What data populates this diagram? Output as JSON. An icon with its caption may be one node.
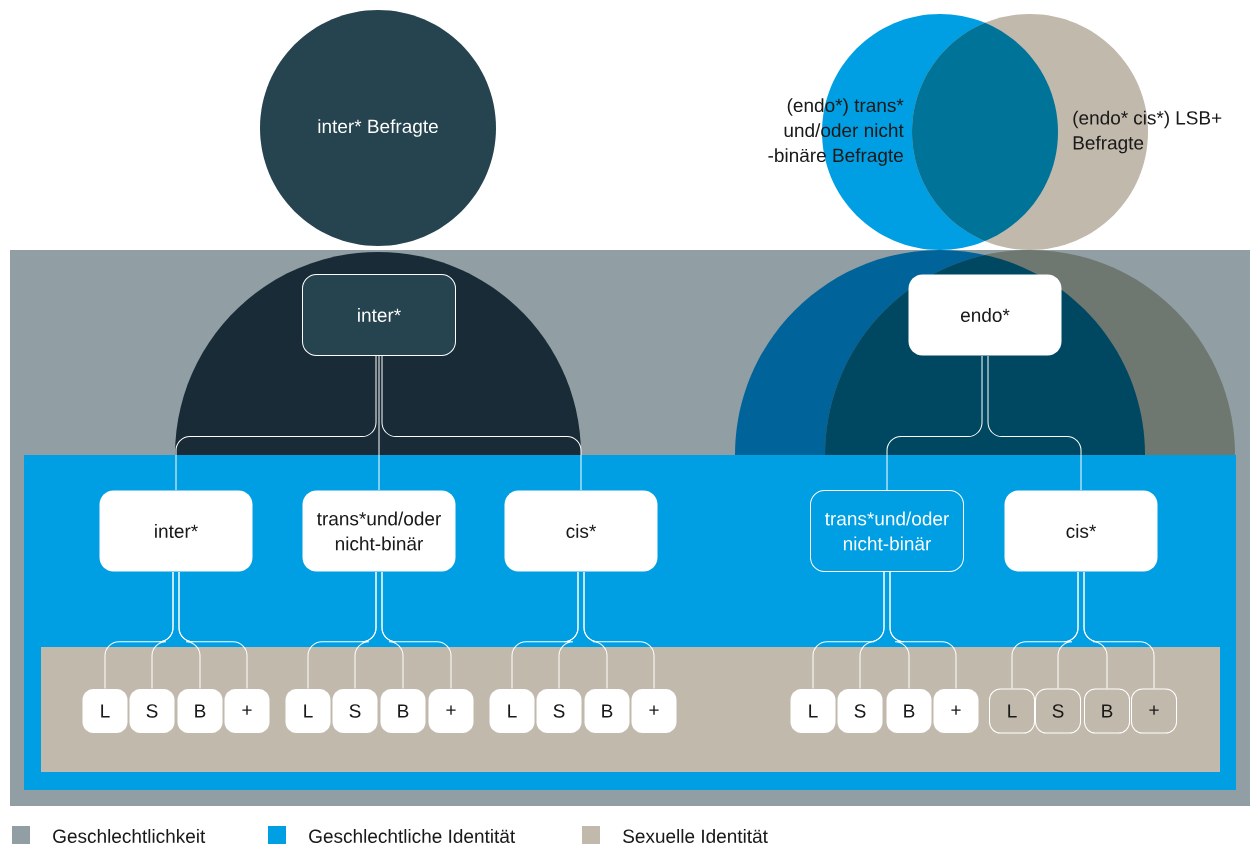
{
  "diagram": {
    "nodes": [
      {
        "text": [
          "inter* Befragte"
        ]
      },
      {
        "text": [
          "(endo*) trans* und/oder nicht -binäre Befragte"
        ]
      },
      {
        "text": [
          "(endo* cis*) LSB+ Befragte"
        ]
      },
      {
        "text": [
          "inter*"
        ]
      },
      {
        "text": [
          "endo*"
        ]
      },
      {
        "text": [
          "inter*"
        ]
      },
      {
        "text": [
          "trans*und/oder nicht-binär"
        ]
      },
      {
        "text": [
          "cis*"
        ]
      },
      {
        "text": [
          "trans*und/oder nicht-binär"
        ]
      },
      {
        "text": [
          "cis*"
        ]
      },
      {
        "text": [
          "L"
        ]
      },
      {
        "text": [
          "S"
        ]
      },
      {
        "text": [
          "B"
        ]
      },
      {
        "text": [
          "+"
        ]
      },
      {
        "text": [
          "L"
        ]
      },
      {
        "text": [
          "S"
        ]
      },
      {
        "text": [
          "B"
        ]
      },
      {
        "text": [
          "+"
        ]
      },
      {
        "text": [
          "L"
        ]
      },
      {
        "text": [
          "S"
        ]
      },
      {
        "text": [
          "B"
        ]
      },
      {
        "text": [
          "+"
        ]
      },
      {
        "text": [
          "L"
        ]
      },
      {
        "text": [
          "S"
        ]
      },
      {
        "text": [
          "B"
        ]
      },
      {
        "text": [
          "+"
        ]
      },
      {
        "text": [
          "L"
        ]
      },
      {
        "text": [
          "S"
        ]
      },
      {
        "text": [
          "B"
        ]
      },
      {
        "text": [
          "+"
        ]
      }
    ],
    "edges": [
      {
        "from": 3,
        "to": 5,
        "arrow": "none"
      },
      {
        "from": 3,
        "to": 6,
        "arrow": "none"
      },
      {
        "from": 3,
        "to": 7,
        "arrow": "none"
      },
      {
        "from": 4,
        "to": 8,
        "arrow": "none"
      },
      {
        "from": 4,
        "to": 9,
        "arrow": "none"
      },
      {
        "from": 5,
        "to": 10,
        "arrow": "none"
      },
      {
        "from": 5,
        "to": 11,
        "arrow": "none"
      },
      {
        "from": 5,
        "to": 12,
        "arrow": "none"
      },
      {
        "from": 5,
        "to": 13,
        "arrow": "none"
      },
      {
        "from": 6,
        "to": 14,
        "arrow": "none"
      },
      {
        "from": 6,
        "to": 15,
        "arrow": "none"
      },
      {
        "from": 6,
        "to": 16,
        "arrow": "none"
      },
      {
        "from": 6,
        "to": 17,
        "arrow": "none"
      },
      {
        "from": 7,
        "to": 18,
        "arrow": "none"
      },
      {
        "from": 7,
        "to": 19,
        "arrow": "none"
      },
      {
        "from": 7,
        "to": 20,
        "arrow": "none"
      },
      {
        "from": 7,
        "to": 21,
        "arrow": "none"
      },
      {
        "from": 8,
        "to": 22,
        "arrow": "none"
      },
      {
        "from": 8,
        "to": 23,
        "arrow": "none"
      },
      {
        "from": 8,
        "to": 24,
        "arrow": "none"
      },
      {
        "from": 8,
        "to": 25,
        "arrow": "none"
      },
      {
        "from": 9,
        "to": 26,
        "arrow": "none"
      },
      {
        "from": 9,
        "to": 27,
        "arrow": "none"
      },
      {
        "from": 9,
        "to": 28,
        "arrow": "none"
      },
      {
        "from": 9,
        "to": 29,
        "arrow": "none"
      }
    ],
    "legend": [
      {
        "text": "Geschlechtlichkeit",
        "color": "#919fa5"
      },
      {
        "text": "Geschlechtliche Identität",
        "color": "#009fe3"
      },
      {
        "text": "Sexuelle Identität",
        "color": "#c2b9ad"
      }
    ]
  }
}
